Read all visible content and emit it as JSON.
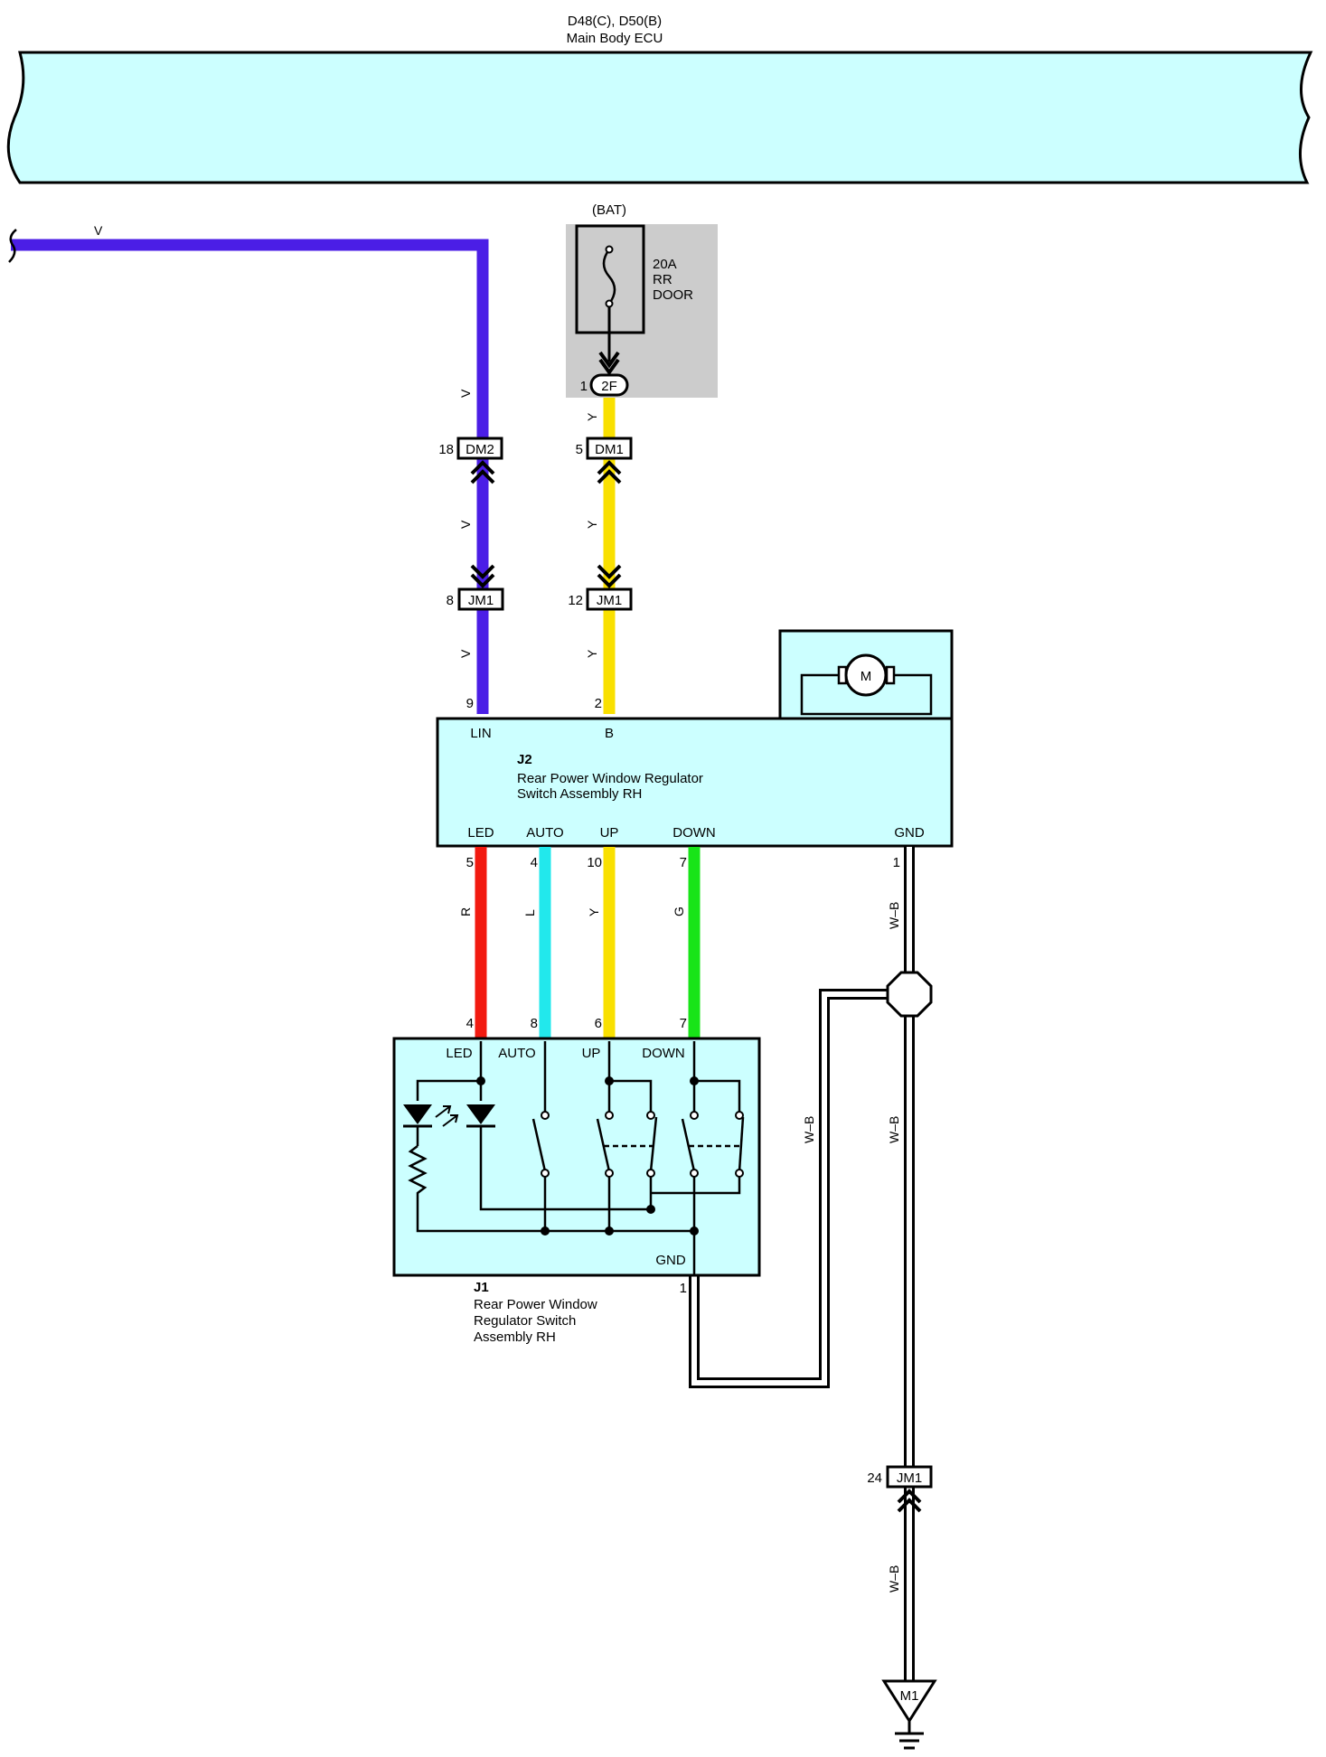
{
  "ecu": {
    "connector_code": "D48(C), D50(B)",
    "name": "Main Body ECU"
  },
  "fuse": {
    "source": "(BAT)",
    "rating": "20A",
    "name_line1": "RR",
    "name_line2": "DOOR",
    "pin": "1",
    "connector": "2F"
  },
  "wire_colors": {
    "V": "#4B1EE6",
    "Y": "#F9E000",
    "R": "#F21A10",
    "L": "#22E8EC",
    "G": "#18E418",
    "WB": "#FFFFFF"
  },
  "wires": {
    "lin_top": "V",
    "lin_seg1": "V",
    "lin_seg2": "V",
    "lin_seg3": "V",
    "bat_seg1": "Y",
    "bat_seg2": "Y",
    "bat_seg3": "Y",
    "led": "R",
    "auto": "L",
    "up": "Y",
    "down": "G",
    "gnd1": "W–B",
    "gnd2": "W–B",
    "gnd_j1": "W–B",
    "gnd3": "W–B"
  },
  "connectors": {
    "dm2": {
      "pin": "18",
      "label": "DM2"
    },
    "dm1": {
      "pin": "5",
      "label": "DM1"
    },
    "jm1_lin": {
      "pin": "8",
      "label": "JM1"
    },
    "jm1_bat": {
      "pin": "12",
      "label": "JM1"
    },
    "jm1_gnd": {
      "pin": "24",
      "label": "JM1"
    }
  },
  "j2": {
    "code": "J2",
    "name_line1": "Rear Power Window Regulator",
    "name_line2": "Switch Assembly RH",
    "motor": "M",
    "top_pins": [
      {
        "pin": "9",
        "label": "LIN"
      },
      {
        "pin": "2",
        "label": "B"
      }
    ],
    "bottom_pins": [
      {
        "pin": "5",
        "label": "LED"
      },
      {
        "pin": "4",
        "label": "AUTO"
      },
      {
        "pin": "10",
        "label": "UP"
      },
      {
        "pin": "7",
        "label": "DOWN"
      },
      {
        "pin": "1",
        "label": "GND"
      }
    ]
  },
  "j1": {
    "code": "J1",
    "name_line1": "Rear Power Window",
    "name_line2": "Regulator Switch",
    "name_line3": "Assembly RH",
    "top_pins": [
      {
        "pin": "4",
        "label": "LED"
      },
      {
        "pin": "8",
        "label": "AUTO"
      },
      {
        "pin": "6",
        "label": "UP"
      },
      {
        "pin": "7",
        "label": "DOWN"
      }
    ],
    "gnd_pin": "1",
    "gnd_label": "GND"
  },
  "ground": {
    "label": "M1"
  }
}
